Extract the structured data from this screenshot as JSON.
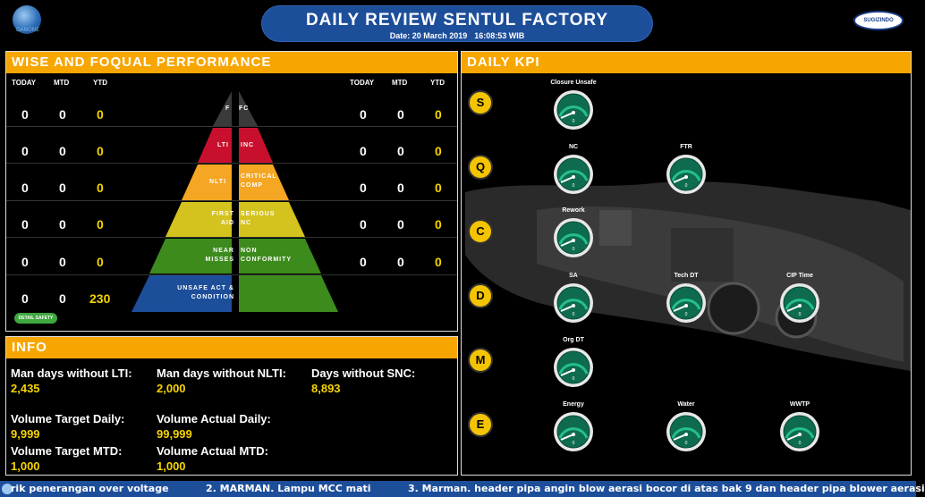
{
  "header": {
    "title": "DAILY REVIEW SENTUL FACTORY",
    "date": "Date: 20 March 2019",
    "time": "16:08:53 WIB",
    "logo_left_text": "DANONE",
    "logo_right_text": "SUGIZINDO"
  },
  "performance": {
    "title": "WISE AND FOQUAL PERFORMANCE",
    "col_headers": [
      "TODAY",
      "MTD",
      "YTD"
    ],
    "left_rows": [
      {
        "today": "0",
        "mtd": "0",
        "ytd": "0"
      },
      {
        "today": "0",
        "mtd": "0",
        "ytd": "0"
      },
      {
        "today": "0",
        "mtd": "0",
        "ytd": "0"
      },
      {
        "today": "0",
        "mtd": "0",
        "ytd": "0"
      },
      {
        "today": "0",
        "mtd": "0",
        "ytd": "0"
      },
      {
        "today": "0",
        "mtd": "0",
        "ytd": "230"
      }
    ],
    "right_rows": [
      {
        "today": "0",
        "mtd": "0",
        "ytd": "0"
      },
      {
        "today": "0",
        "mtd": "0",
        "ytd": "0"
      },
      {
        "today": "0",
        "mtd": "0",
        "ytd": "0"
      },
      {
        "today": "0",
        "mtd": "0",
        "ytd": "0"
      },
      {
        "today": "0",
        "mtd": "0",
        "ytd": "0"
      }
    ],
    "pyramid_left": [
      "F",
      "LTI",
      "NLTI",
      "FIRST AID",
      "NEAR MISSES",
      "UNSAFE ACT & CONDITION"
    ],
    "pyramid_right": [
      "FC",
      "INC",
      "CRITICAL COMP",
      "SERIOUS NC",
      "NON CONFORMITY"
    ],
    "detail_button": "DETAIL SAFETY",
    "colors": {
      "level1": "#3a3a3a",
      "level2": "#c8102e",
      "level3": "#f5a623",
      "level4": "#d4c21e",
      "level5": "#3d8b1c",
      "level6": "#1d4e9a"
    }
  },
  "info": {
    "title": "INFO",
    "items": [
      {
        "label": "Man days without LTI:",
        "value": "2,435"
      },
      {
        "label": "Man days without NLTI:",
        "value": "2,000"
      },
      {
        "label": "Days without SNC:",
        "value": "8,893"
      },
      {
        "label": "Volume Target Daily:",
        "value": "9,999"
      },
      {
        "label": "Volume Actual Daily:",
        "value": "99,999"
      },
      {
        "label": "Volume Target MTD:",
        "value": "1,000"
      },
      {
        "label": "Volume Actual MTD:",
        "value": "1,000"
      }
    ]
  },
  "kpi": {
    "title": "DAILY KPI",
    "categories": [
      "S",
      "Q",
      "C",
      "D",
      "M",
      "E"
    ],
    "gauges": [
      {
        "label": "Closure Unsafe",
        "value": "0"
      },
      {
        "label": "NC",
        "value": "0"
      },
      {
        "label": "FTR",
        "value": "0"
      },
      {
        "label": "Rework",
        "value": "0"
      },
      {
        "label": "SA",
        "value": "0"
      },
      {
        "label": "Tech DT",
        "value": "0"
      },
      {
        "label": "CIP Time",
        "value": "0"
      },
      {
        "label": "Org DT",
        "value": "0"
      },
      {
        "label": "Energy",
        "value": "0"
      },
      {
        "label": "Water",
        "value": "0"
      },
      {
        "label": "WWTP",
        "value": "0"
      }
    ]
  },
  "ticker": {
    "items": [
      "rik penerangan over voltage",
      "2. MARMAN. Lampu MCC mati",
      "3. Marman. header pipa angin blow aerasi bocor di atas bak 9 dan header pipa blower aerasi"
    ]
  }
}
